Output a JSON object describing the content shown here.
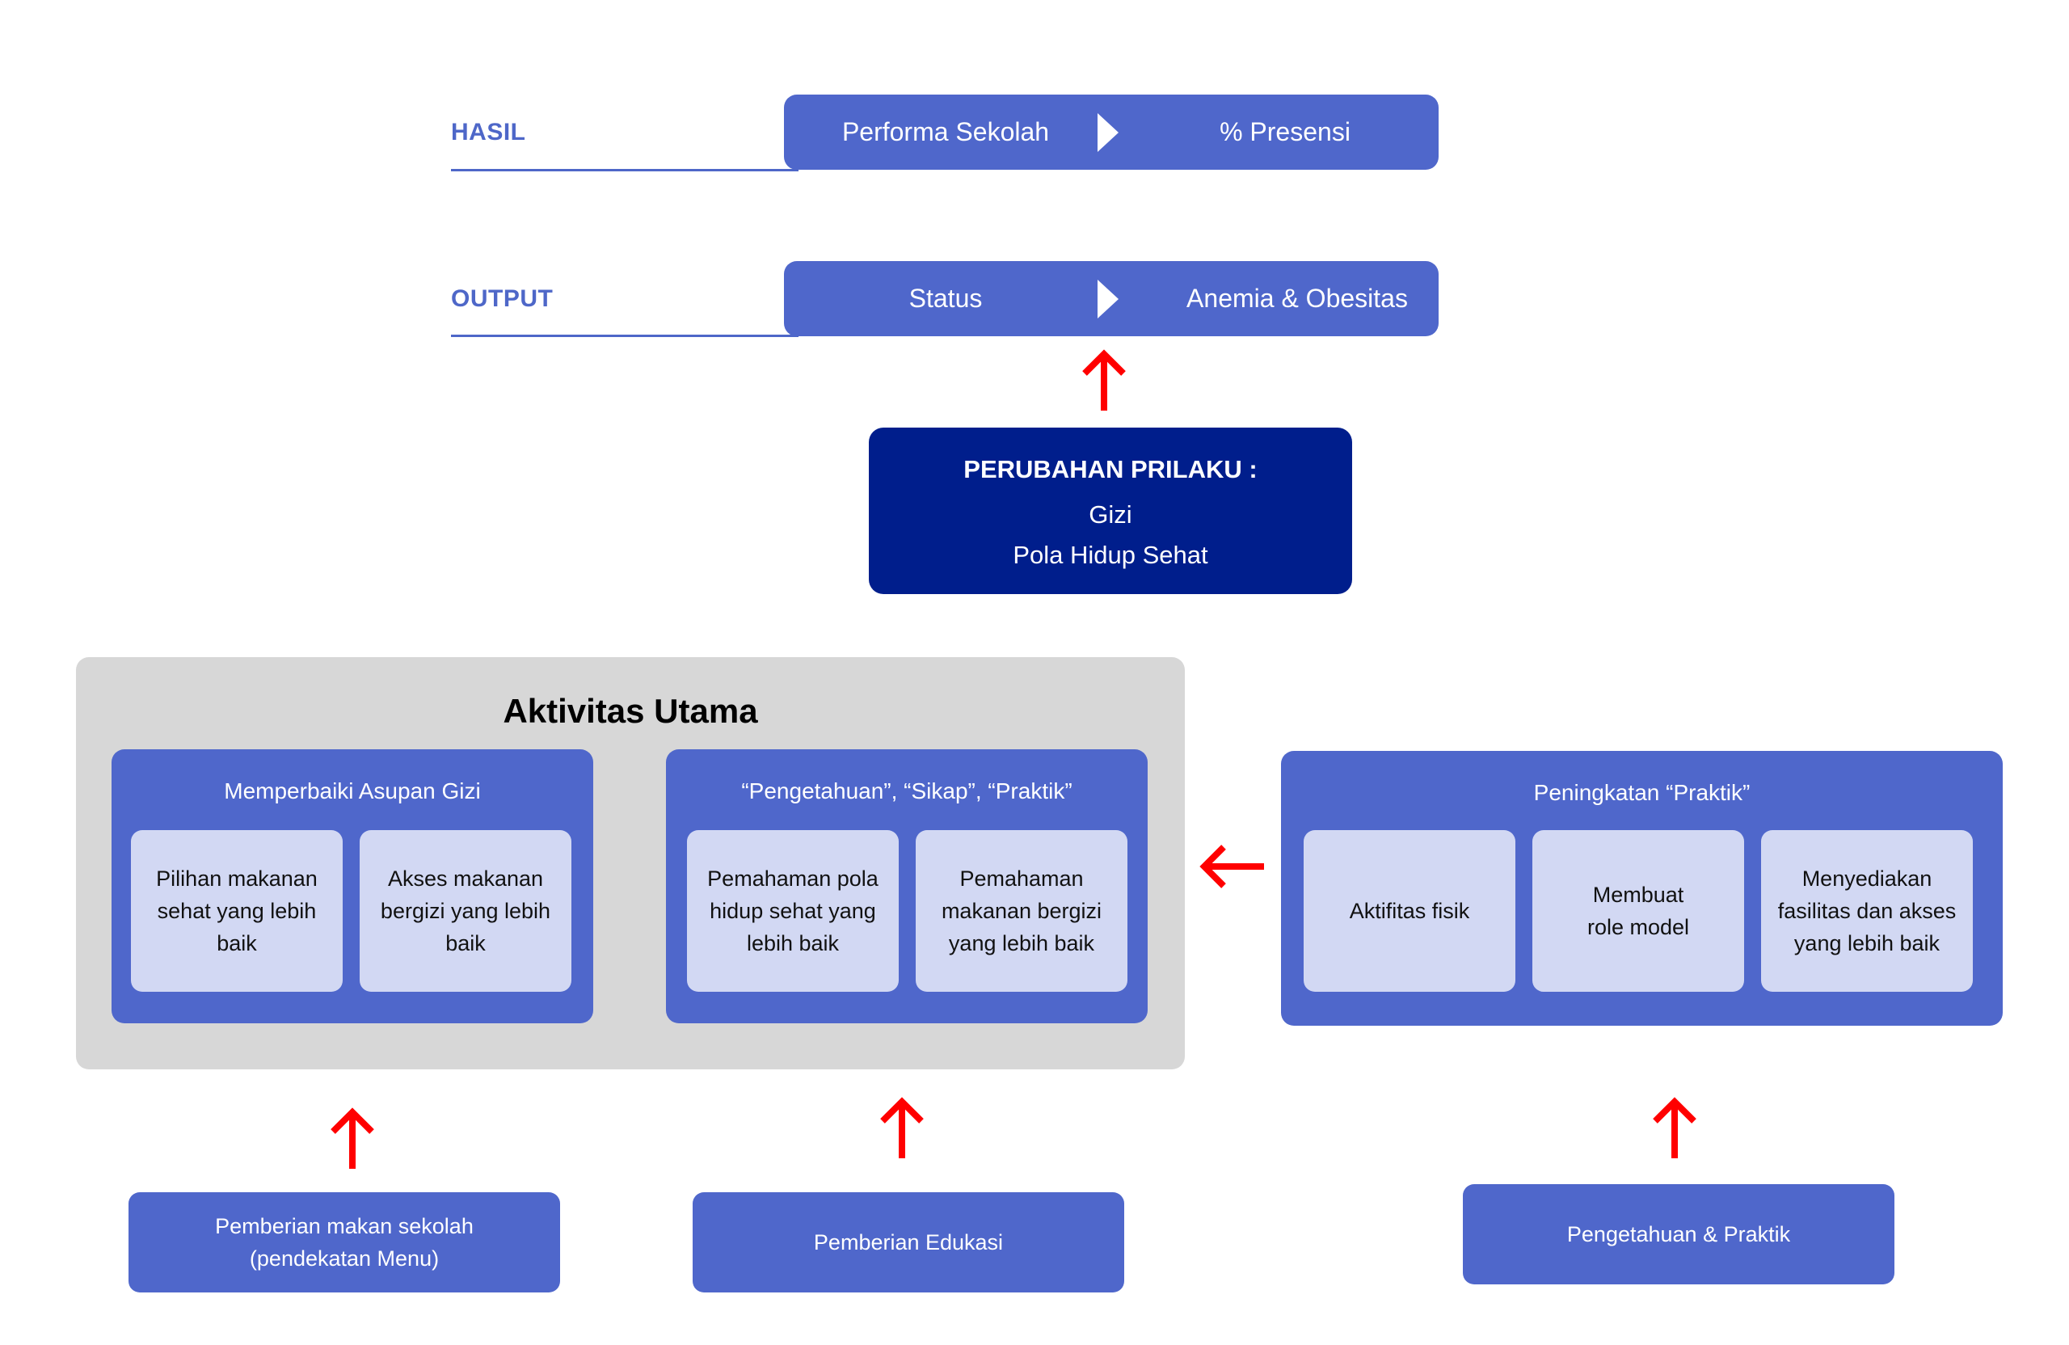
{
  "hasil": {
    "label": "HASIL",
    "left": "Performa Sekolah",
    "right": "% Presensi"
  },
  "output": {
    "label": "OUTPUT",
    "left": "Status",
    "right": "Anemia & Obesitas"
  },
  "behavior": {
    "title": "PERUBAHAN PRILAKU :",
    "line1": "Gizi",
    "line2": "Pola Hidup Sehat"
  },
  "main_activities": {
    "title": "Aktivitas Utama",
    "groups": [
      {
        "title": "Memperbaiki Asupan Gizi",
        "cards": [
          [
            "Pilihan makanan",
            "sehat yang lebih",
            "baik"
          ],
          [
            "Akses makanan",
            "bergizi yang lebih",
            "baik"
          ]
        ]
      },
      {
        "title": "“Pengetahuan”, “Sikap”, “Praktik”",
        "cards": [
          [
            "Pemahaman pola",
            "hidup sehat yang",
            "lebih baik"
          ],
          [
            "Pemahaman",
            "makanan bergizi",
            "yang lebih baik"
          ]
        ]
      }
    ]
  },
  "practice_group": {
    "title": "Peningkatan “Praktik”",
    "cards": [
      [
        "Aktifitas fisik"
      ],
      [
        "Membuat",
        "role model"
      ],
      [
        "Menyediakan",
        "fasilitas dan akses",
        "yang lebih baik"
      ]
    ]
  },
  "inputs": [
    [
      "Pemberian makan sekolah",
      "(pendekatan Menu)"
    ],
    [
      "Pemberian Edukasi"
    ],
    [
      "Pengetahuan & Praktik"
    ]
  ],
  "colors": {
    "primary_blue": "#4f67cb",
    "dark_blue": "#001e8c",
    "light_card": "#d2d8f3",
    "panel_gray": "#d7d7d7",
    "arrow_red": "#ff0000"
  }
}
